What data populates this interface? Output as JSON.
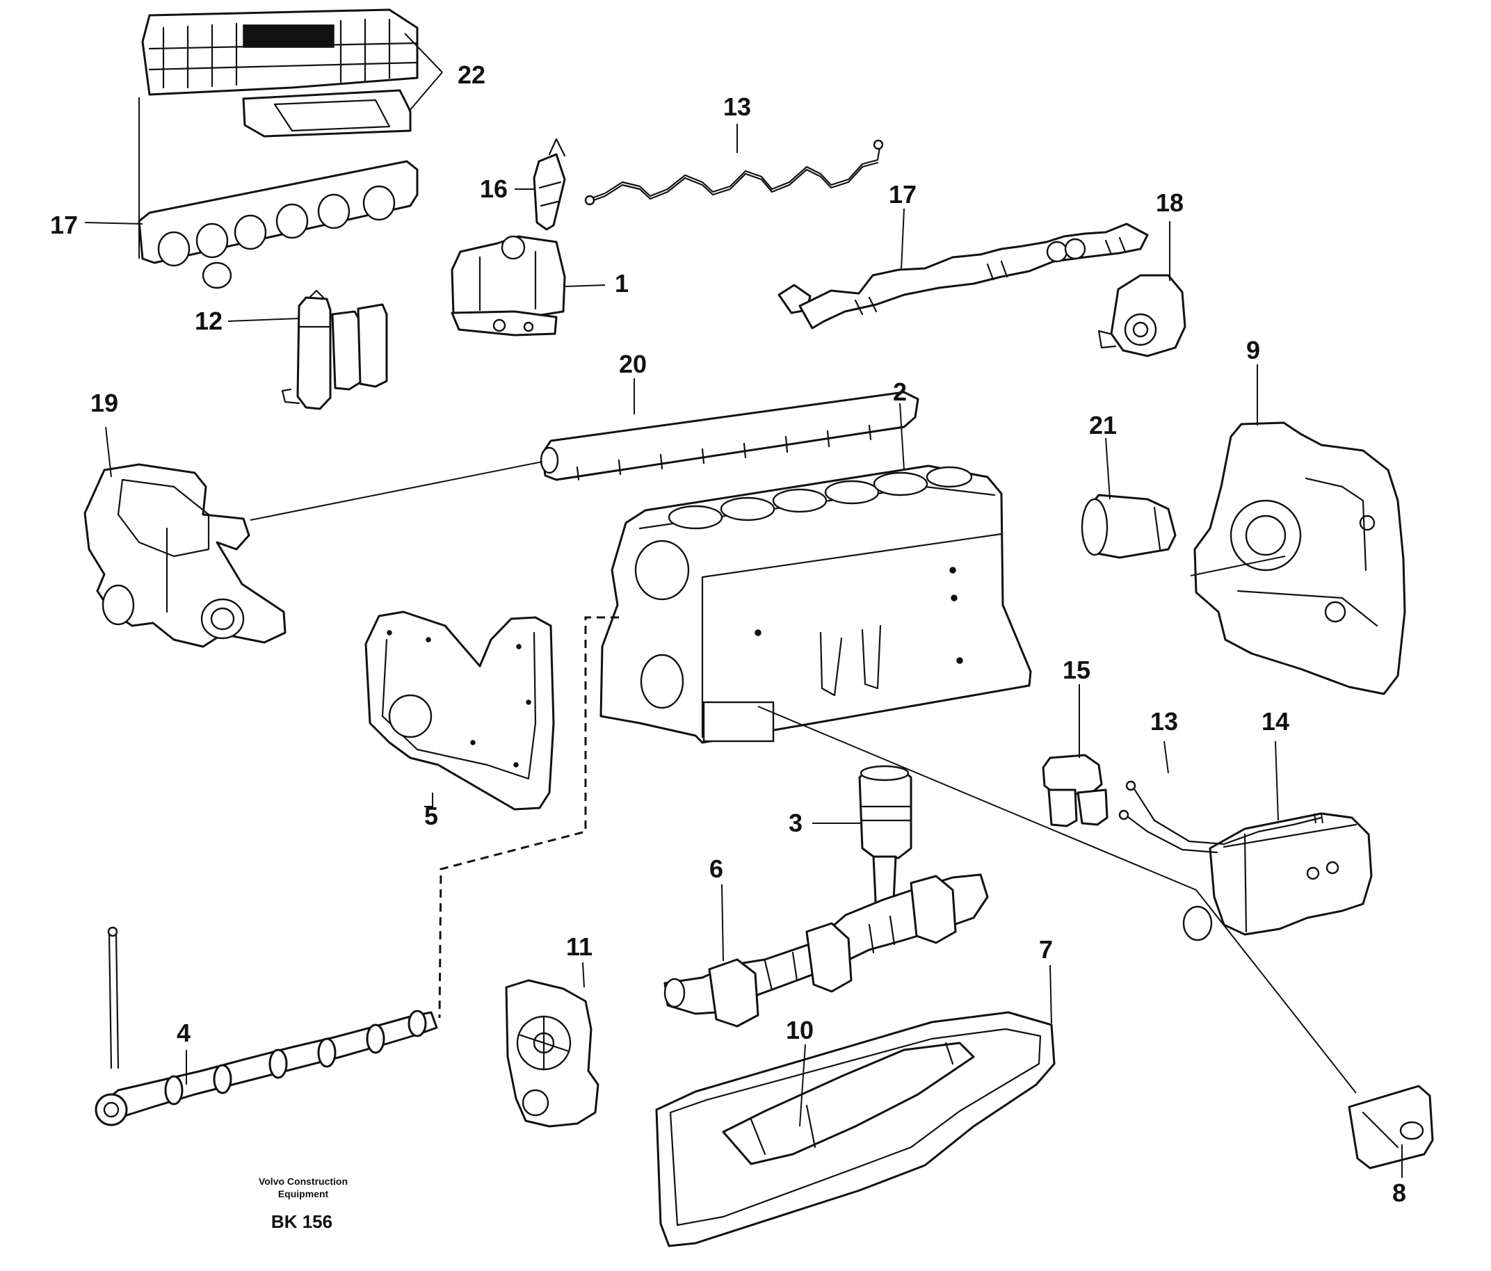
{
  "callouts": {
    "c1": "1",
    "c2": "2",
    "c3": "3",
    "c4": "4",
    "c5": "5",
    "c6": "6",
    "c7": "7",
    "c8": "8",
    "c9": "9",
    "c10": "10",
    "c11": "11",
    "c12": "12",
    "c13a": "13",
    "c13b": "13",
    "c14": "14",
    "c15": "15",
    "c16": "16",
    "c17a": "17",
    "c17b": "17",
    "c18": "18",
    "c19": "19",
    "c20": "20",
    "c21": "21",
    "c22": "22"
  },
  "footer": {
    "maker_line1": "Volvo Construction",
    "maker_line2": "Equipment",
    "code": "BK 156"
  }
}
